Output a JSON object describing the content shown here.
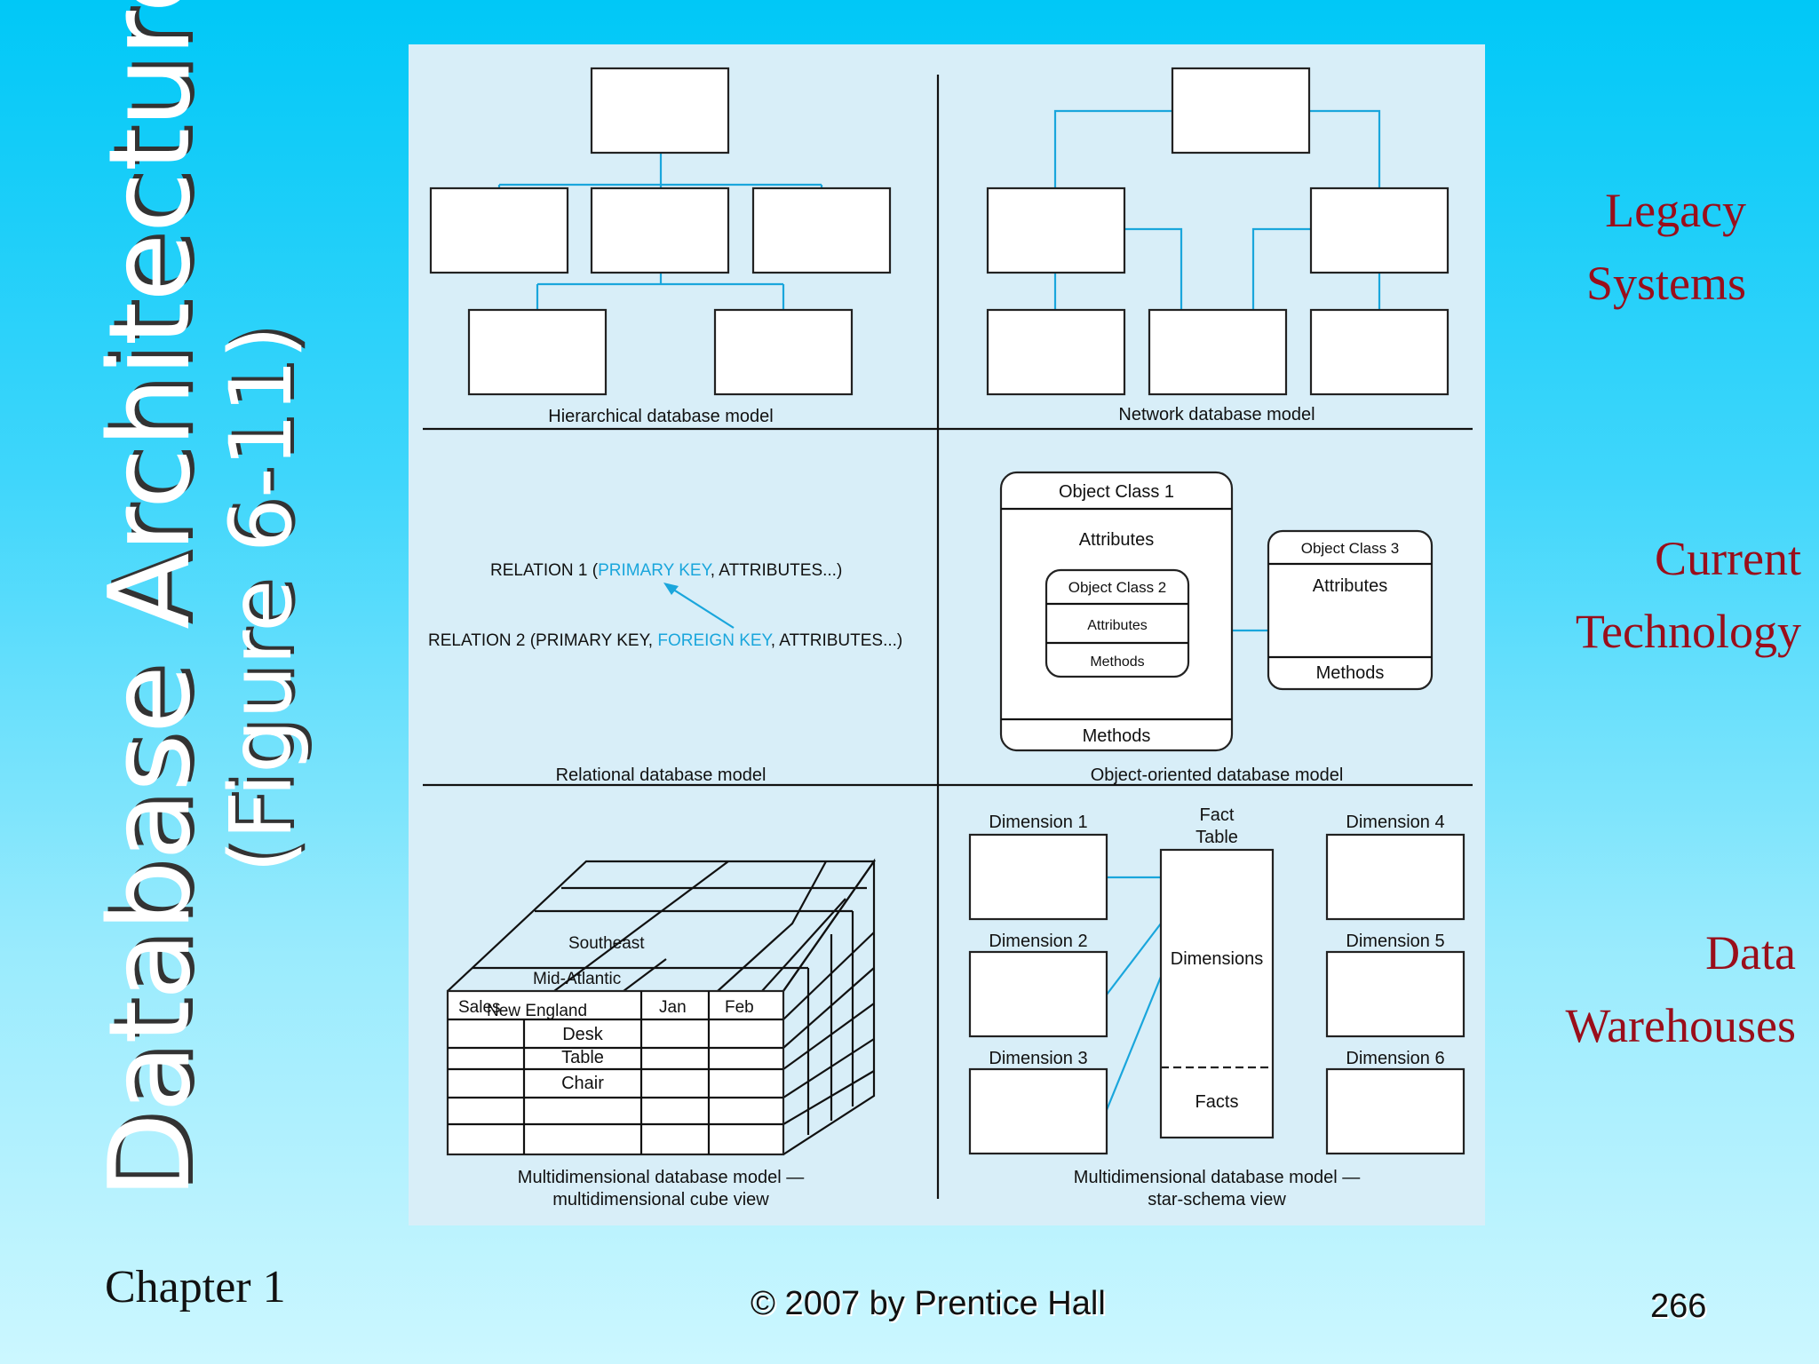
{
  "slide": {
    "title": "Database Architectures",
    "subtitle": "(Figure 6-11)",
    "side_labels": [
      {
        "line1": "Legacy",
        "line2": "Systems"
      },
      {
        "line1": "Current",
        "line2": "Technology"
      },
      {
        "line1": "Data",
        "line2": "Warehouses"
      }
    ],
    "footer": {
      "chapter": "Chapter 1",
      "copyright": "© 2007 by Prentice Hall",
      "page_number": "266"
    },
    "colors": {
      "title": "#ffffff",
      "side_labels": "#9a0e1a",
      "connector": "#1aa6dc",
      "figure_background": "#d8eef8"
    }
  },
  "figure": {
    "hierarchical": {
      "caption": "Hierarchical database model"
    },
    "network": {
      "caption": "Network database model"
    },
    "relational": {
      "caption": "Relational database model",
      "relation1": {
        "prefix": "RELATION 1 (",
        "primary_key": "PRIMARY KEY",
        "suffix": ", ATTRIBUTES...)"
      },
      "relation2": {
        "prefix": "RELATION 2 (PRIMARY KEY, ",
        "foreign_key": "FOREIGN KEY",
        "suffix": ", ATTRIBUTES...)"
      }
    },
    "object_oriented": {
      "caption": "Object-oriented database model",
      "class1": {
        "name": "Object Class 1",
        "attributes": "Attributes",
        "methods": "Methods"
      },
      "class2": {
        "name": "Object Class 2",
        "attributes": "Attributes",
        "methods": "Methods"
      },
      "class3": {
        "name": "Object Class 3",
        "attributes": "Attributes",
        "methods": "Methods"
      }
    },
    "cube": {
      "caption_line1": "Multidimensional database model —",
      "caption_line2": "multidimensional cube view",
      "regions": [
        "Southeast",
        "Mid-Atlantic",
        "New England"
      ],
      "header": {
        "measure": "Sales",
        "months": [
          "Jan",
          "Feb"
        ]
      },
      "products": [
        "Desk",
        "Table",
        "Chair"
      ]
    },
    "star": {
      "caption_line1": "Multidimensional database model —",
      "caption_line2": "star-schema view",
      "fact_table": {
        "label_line1": "Fact",
        "label_line2": "Table",
        "dimensions": "Dimensions",
        "facts": "Facts"
      },
      "dimensions": [
        "Dimension 1",
        "Dimension 2",
        "Dimension 3",
        "Dimension 4",
        "Dimension 5",
        "Dimension 6"
      ]
    }
  }
}
